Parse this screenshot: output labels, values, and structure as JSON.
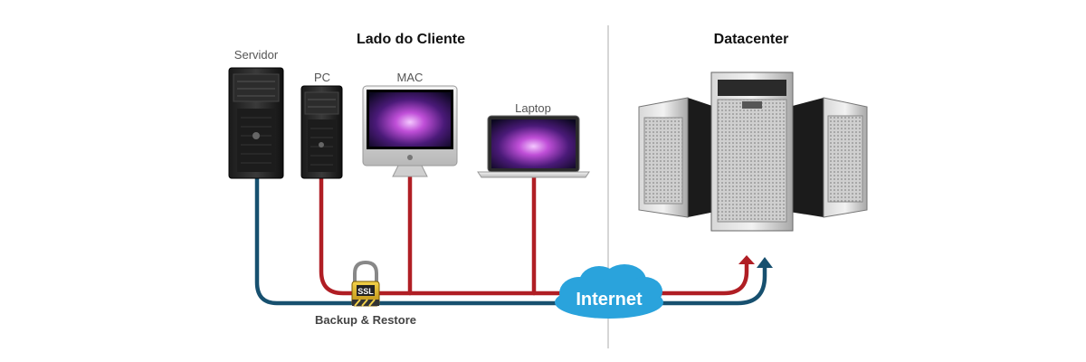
{
  "sections": {
    "client": "Lado do Cliente",
    "datacenter": "Datacenter"
  },
  "devices": {
    "server": "Servidor",
    "pc": "PC",
    "mac": "MAC",
    "laptop": "Laptop"
  },
  "lock_label": "SSL",
  "backup_label": "Backup & Restore",
  "cloud_label": "Internet",
  "colors": {
    "red_line": "#b01e24",
    "blue_line": "#17506f",
    "cloud": "#2aa3dc",
    "divider": "#bbbbbb"
  }
}
